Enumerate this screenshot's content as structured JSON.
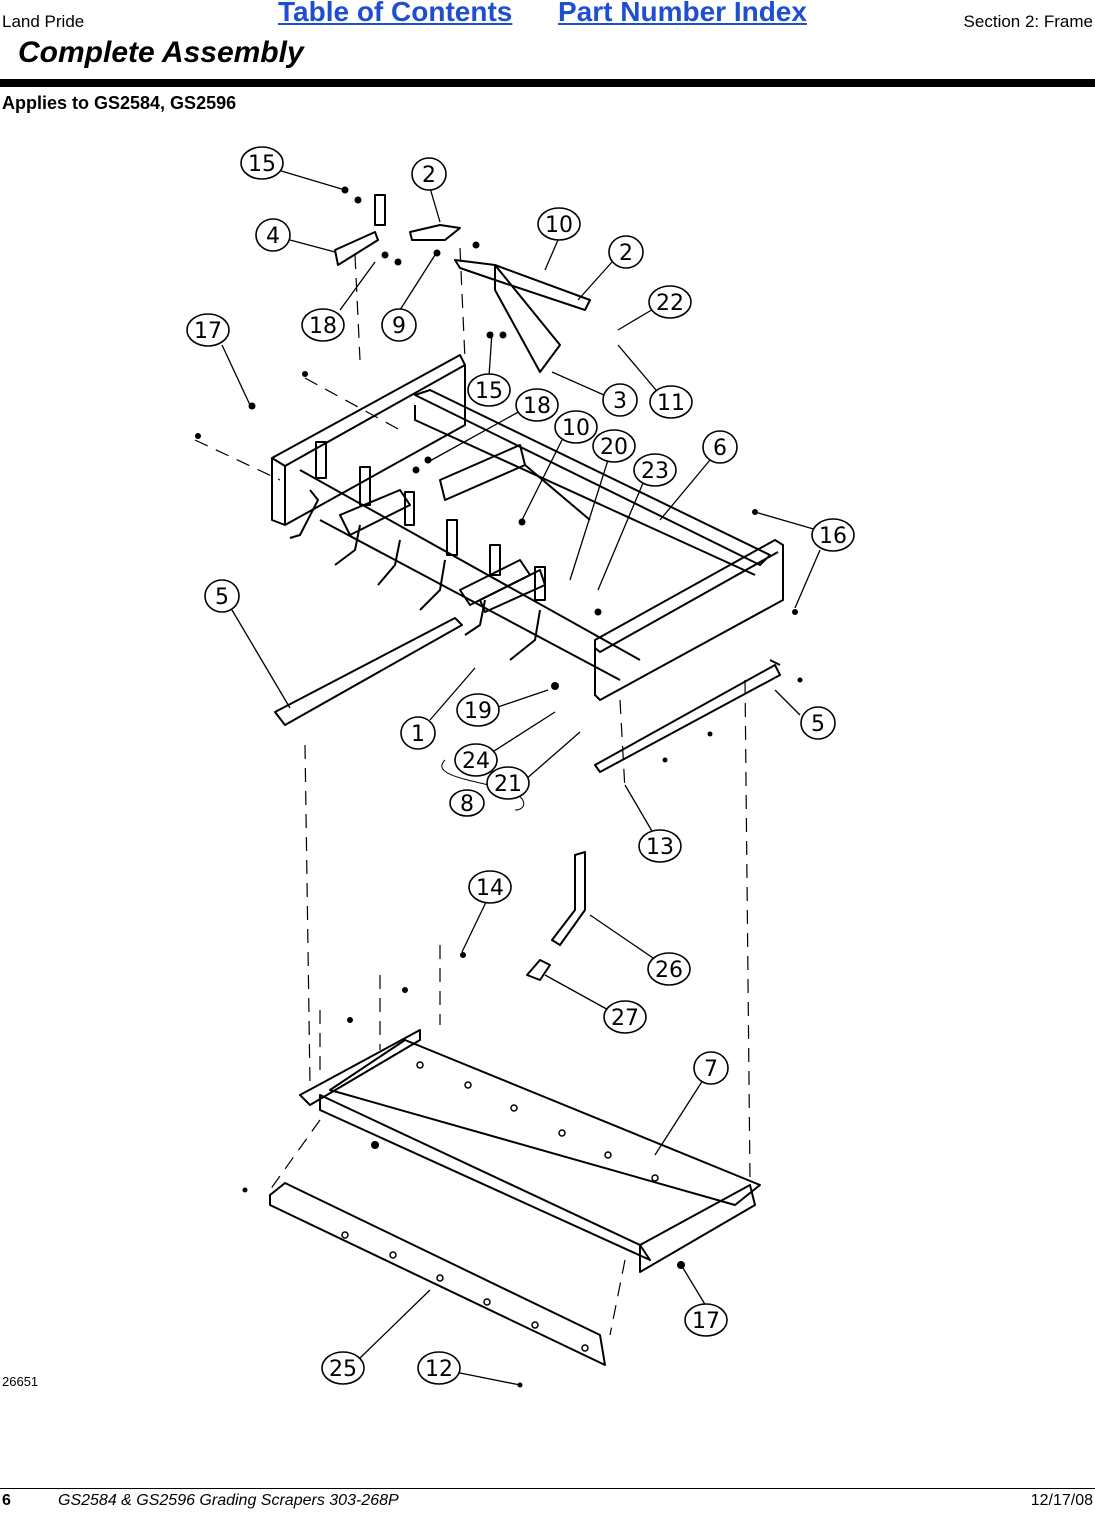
{
  "header": {
    "brand": "Land Pride",
    "toc_link": "Table of Contents",
    "index_link": "Part Number Index",
    "section": "Section 2: Frame",
    "title": "Complete Assembly"
  },
  "applies_to": "Applies to GS2584, GS2596",
  "figure_number": "26651",
  "callouts": [
    "15",
    "2",
    "10",
    "2",
    "22",
    "4",
    "18",
    "9",
    "17",
    "15",
    "3",
    "11",
    "18",
    "10",
    "20",
    "23",
    "6",
    "16",
    "5",
    "5",
    "1",
    "19",
    "24",
    "21",
    "8",
    "13",
    "14",
    "26",
    "27",
    "7",
    "17",
    "25",
    "12"
  ],
  "footer": {
    "page": "6",
    "doc_title": "GS2584 & GS2596 Grading Scrapers 303-268P",
    "date": "12/17/08"
  },
  "colors": {
    "link": "#1f4fd1",
    "text": "#000000",
    "background": "#ffffff"
  }
}
